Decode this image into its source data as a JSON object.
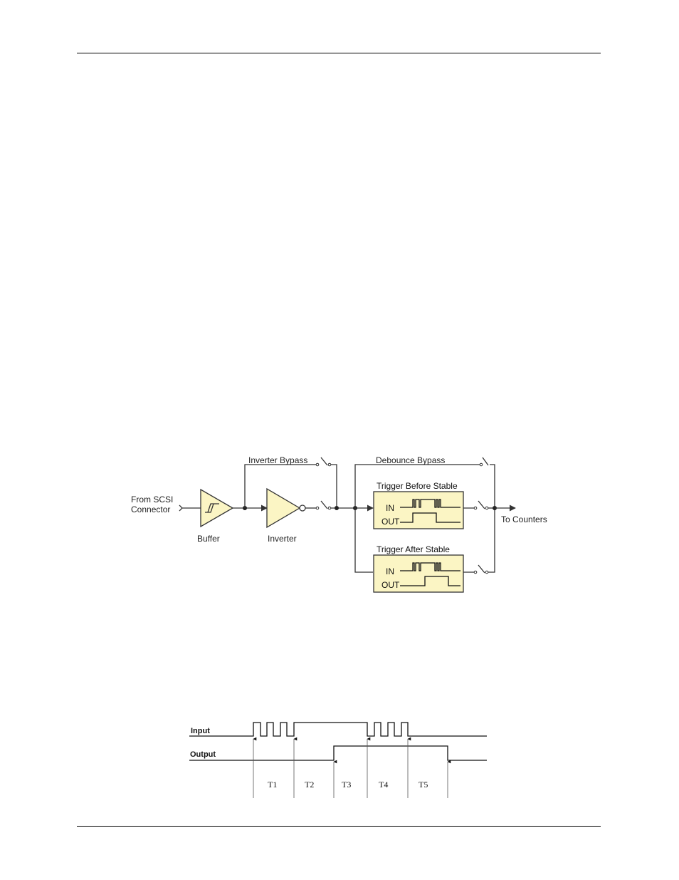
{
  "diagram": {
    "source_label_line1": "From SCSI",
    "source_label_line2": "Connector",
    "buffer_label": "Buffer",
    "inverter_label": "Inverter",
    "inverter_bypass_label": "Inverter Bypass",
    "debounce_bypass_label": "Debounce Bypass",
    "trigger_before_label": "Trigger Before Stable",
    "trigger_after_label": "Trigger After Stable",
    "in_label": "IN",
    "out_label": "OUT",
    "destination_label": "To Counters",
    "fill_color": "#fbf5c4"
  },
  "timing": {
    "input_label": "Input",
    "output_label": "Output",
    "periods": [
      "T1",
      "T2",
      "T3",
      "T4",
      "T5"
    ]
  }
}
